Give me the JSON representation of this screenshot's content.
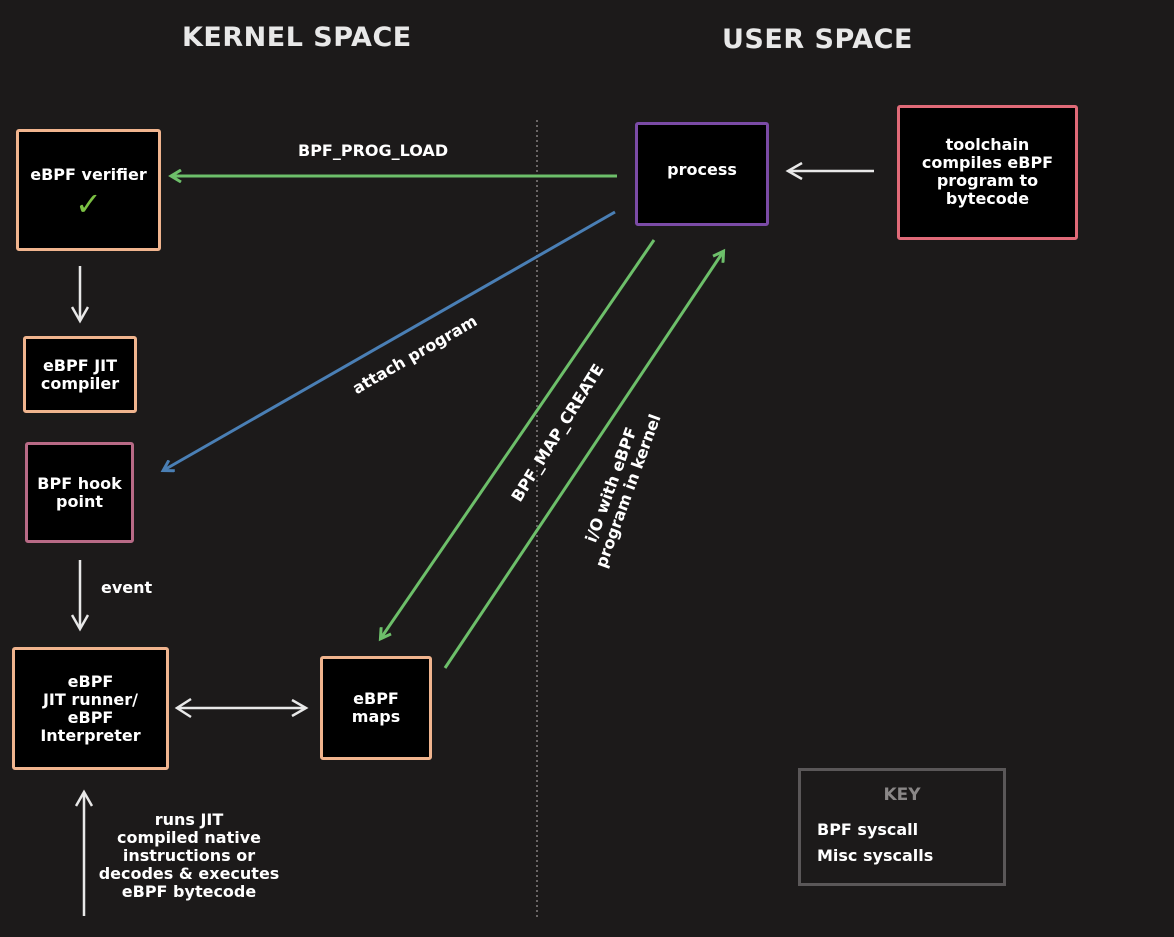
{
  "headings": {
    "kernel": "KERNEL SPACE",
    "user": "USER SPACE"
  },
  "nodes": {
    "verifier": "eBPF verifier",
    "verifier_check": "✓",
    "jit_compiler": "eBPF JIT\ncompiler",
    "hook_point": "BPF hook\npoint",
    "jit_runner": "eBPF\nJIT runner/\neBPF\nInterpreter",
    "maps": "eBPF\nmaps",
    "process": "process",
    "toolchain": "toolchain\ncompiles eBPF\nprogram to\nbytecode"
  },
  "edges": {
    "prog_load": "BPF_PROG_LOAD",
    "attach": "attach program",
    "map_create": "BPF_MAP_CREATE",
    "io": "i/O with eBPF\nprogram in kernel",
    "event": "event",
    "runs": "runs JIT\ncompiled native\ninstructions or\ndecodes & executes\neBPF bytecode"
  },
  "key": {
    "title": "KEY",
    "items": [
      {
        "label": "BPF syscall",
        "color": "#6dbf6a"
      },
      {
        "label": "Misc syscalls",
        "color": "#4a7fb5"
      }
    ]
  },
  "colors": {
    "background": "#1c1a1a",
    "bpf_syscall": "#6dbf6a",
    "misc_syscall": "#4a7fb5",
    "arrow": "#e8e8e8",
    "orange_box": "#f0b48e",
    "purple_box": "#7b4ba6",
    "pink_box": "#b86a86",
    "red_box": "#e06a78",
    "check": "#7bc043"
  }
}
